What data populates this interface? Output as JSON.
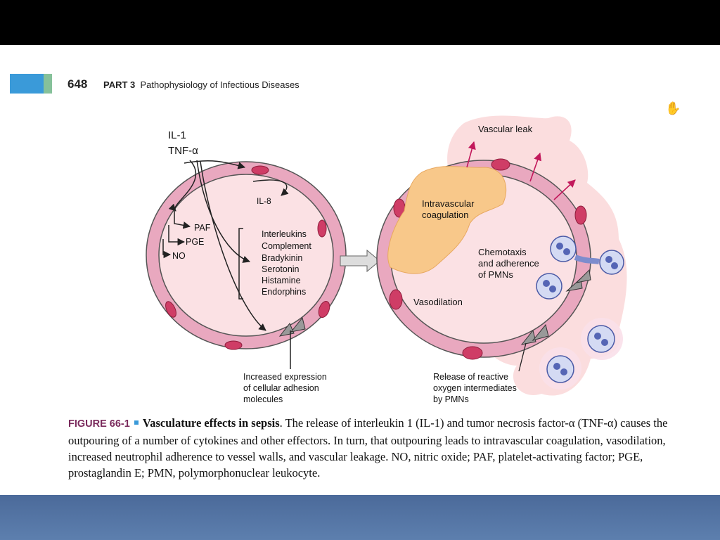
{
  "header": {
    "page_number": "648",
    "part_label": "PART 3",
    "part_title": "Pathophysiology of Infectious Diseases"
  },
  "figure": {
    "left": {
      "mediators_top": [
        "IL-1",
        "TNF-α"
      ],
      "il8": "IL-8",
      "paf": "PAF",
      "pge": "PGE",
      "no": "NO",
      "effectors": [
        "Interleukins",
        "Complement",
        "Bradykinin",
        "Serotonin",
        "Histamine",
        "Endorphins"
      ],
      "adhesion_label": [
        "Increased expression",
        "of cellular adhesion",
        "molecules"
      ]
    },
    "right": {
      "vascular_leak": "Vascular leak",
      "coagulation": [
        "Intravascular",
        "coagulation"
      ],
      "chemotaxis": [
        "Chemotaxis",
        "and adherence",
        "of PMNs"
      ],
      "vasodilation": "Vasodilation",
      "release_label": [
        "Release of reactive",
        "oxygen intermediates",
        "by PMNs"
      ]
    }
  },
  "caption": {
    "figure_label": "FIGURE 66-1",
    "title": "Vasculature effects in sepsis",
    "body": ". The release of interleukin 1 (IL-1) and tumor necrosis factor-α (TNF-α) causes the outpouring of a number of cytokines and other effectors. In turn, that outpouring leads to intravascular coagulation, vasodilation, increased neutrophil adherence to vessel walls, and vascular leakage. NO, nitric oxide; PAF, platelet-activating factor; PGE, prostaglandin E; PMN, polymorphonuclear leukocyte."
  },
  "colors": {
    "vessel_wall": "#e9a8bf",
    "lumen": "#fbe1e4",
    "rbc": "#cf3d66",
    "clot": "#f8c88a",
    "leak": "#fbd9da",
    "pmn": "#7d8ccd",
    "arrow_leak": "#c2185b",
    "figure_label": "#7a2a5c",
    "accent_blue": "#3a9ad9"
  },
  "icons": {
    "cursor": "hand-cursor-icon"
  }
}
